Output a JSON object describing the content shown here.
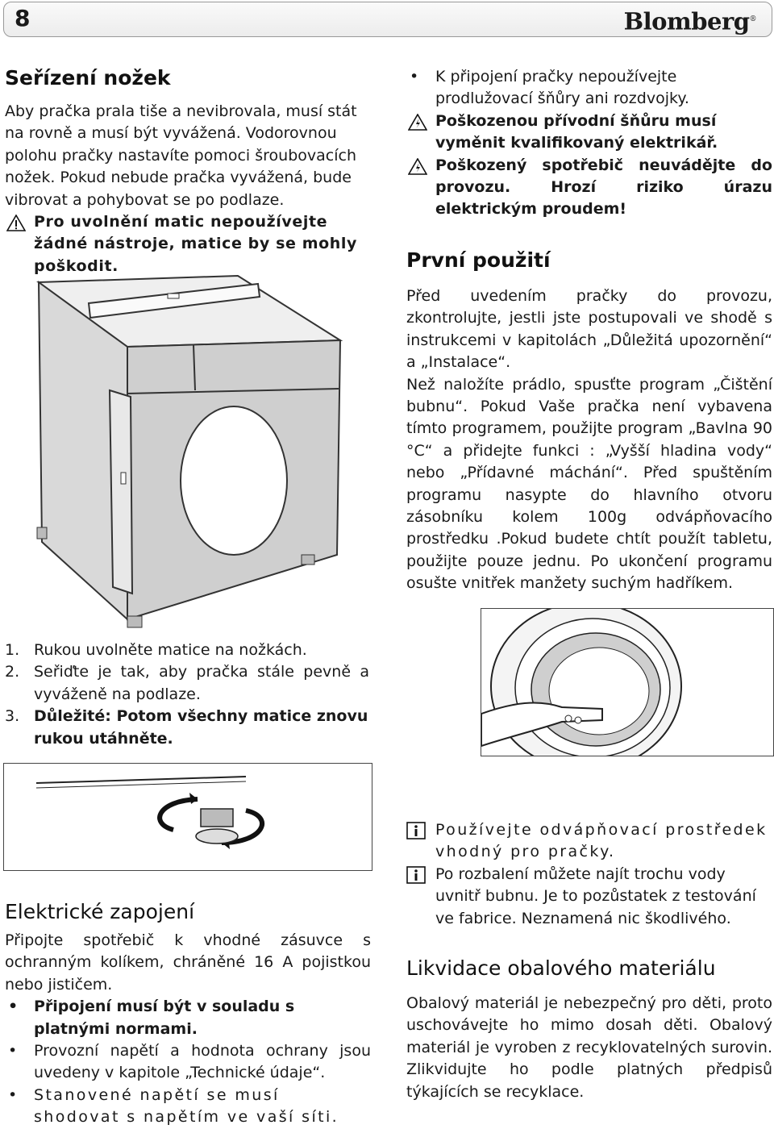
{
  "header": {
    "page_number": "8",
    "brand": "Blomberg",
    "brand_mark": "®"
  },
  "leveling": {
    "title": "Seřízení nožek",
    "intro": "Aby pračka prala tiše a nevibrovala, musí stát na rovně a musí být vyvážená. Vodorovnou polohu pračky nastavíte pomoci šroubovacích nožek. Pokud nebude pračka vyvážená, bude vibrovat a pohybovat se po podlaze.",
    "warning": "Pro uvolnění matic nepoužívejte žádné nástroje, matice by se mohly poškodit.",
    "steps": [
      {
        "num": "1.",
        "text": "Rukou uvolněte matice na nožkách."
      },
      {
        "num": "2.",
        "text": "Seřiďte je tak, aby pračka stále pevně a vyváženě na podlaze."
      },
      {
        "num": "3.",
        "text": "Důležité: Potom všechny matice znovu rukou utáhněte."
      }
    ]
  },
  "electrical": {
    "title": "Elektrické zapojení",
    "intro": "Připojte spotřebič k vhodné zásuvce s ochranným kolíkem, chráněné 16 A pojistkou nebo jističem.",
    "bullets": [
      "Připojení musí být v souladu s platnými normami.",
      "Provozní napětí a hodnota ochrany jsou uvedeny v kapitole „Technické údaje“.",
      "Stanovené napětí se musí shodovat s napětím ve vaší síti."
    ]
  },
  "right_top": {
    "bullet": "K připojení pračky nepoužívejte prodlužovací šňůry ani rozdvojky.",
    "warnings": [
      "Poškozenou přívodní šňůru musí vyměnit kvalifikovaný elektrikář.",
      "Poškozený spotřebič neuvádějte do provozu. Hrozí riziko úrazu elektrickým proudem!"
    ]
  },
  "first_use": {
    "title": "První použití",
    "text": "Před uvedením pračky do provozu, zkontrolujte, jestli jste postupovali ve shodě s instrukcemi v kapitolách „Důležitá upozornění“ a „Instalace“.",
    "text2": "Než naložíte prádlo, spusťte program „Čištění bubnu“. Pokud Vaše pračka není vybavena tímto programem, použijte program „Bavlna 90 °C“ a přidejte funkci : „Vyšší hladina vody“ nebo „Přídavné máchání“. Před spuštěním programu nasypte do hlavního otvoru zásobníku kolem 100g odvápňovacího prostředku .Pokud budete chtít použít tabletu, použijte pouze jednu. Po ukončení programu osušte vnitřek manžety suchým hadříkem."
  },
  "info_notes": [
    "Používejte odvápňovací prostředek vhodný pro pračky.",
    "Po rozbalení můžete najít trochu vody uvnitř bubnu. Je to pozůstatek z testování ve fabrice. Neznamená nic škodlivého."
  ],
  "disposal": {
    "title": "Likvidace obalového materiálu",
    "text": "Obalový materiál je nebezpečný pro děti, proto uschovávejte ho mimo dosah děti. Obalový materiál je vyroben z recyklovatelných surovin. Zlikvidujte ho podle platných předpisů týkajících se recyklace."
  }
}
